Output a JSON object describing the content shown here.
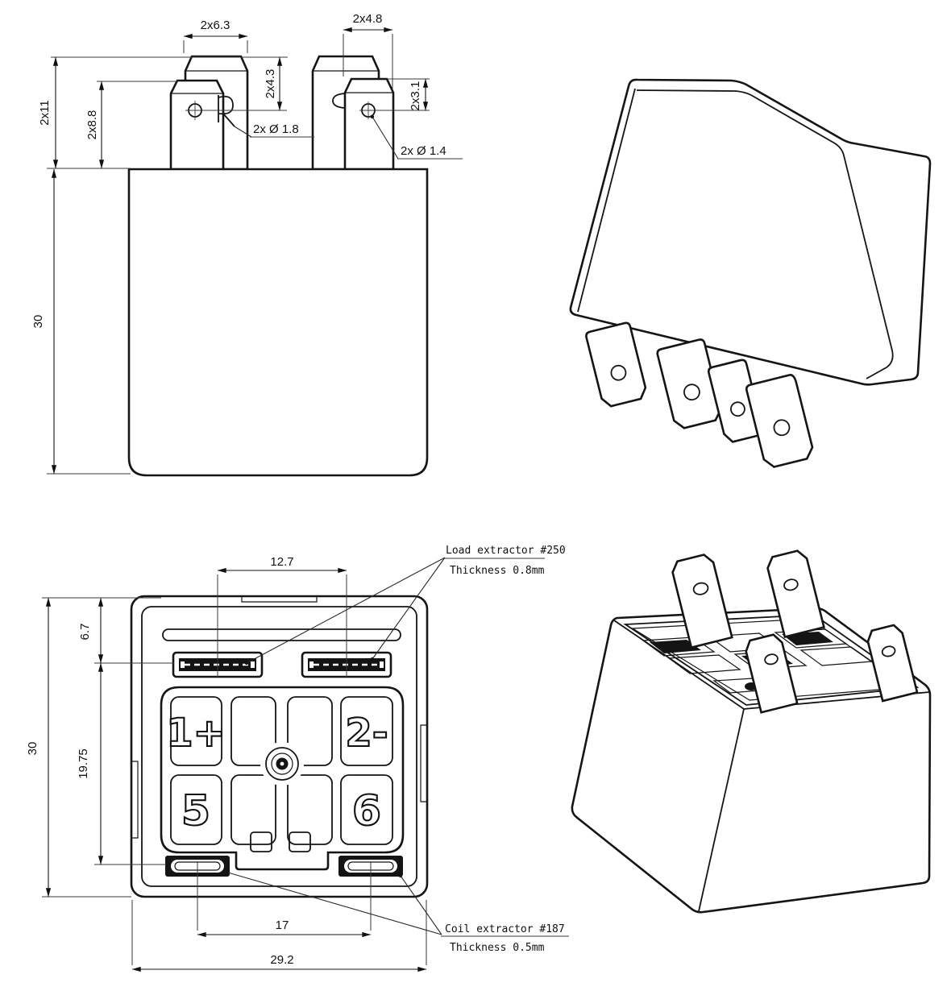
{
  "colors": {
    "line": "#1a1a1a",
    "background": "#ffffff"
  },
  "front_view": {
    "dim_load_tab_width": "2x6.3",
    "dim_coil_tab_width": "2x4.8",
    "dim_load_tip_height": "2x4.3",
    "dim_coil_tip_height": "2x3.1",
    "dim_terminal_height": "2x11",
    "dim_hole_height": "2x8.8",
    "dim_body_height": "30",
    "dim_load_hole_dia": "2x Ø 1.8",
    "dim_coil_hole_dia": "2x Ø 1.4"
  },
  "bottom_view": {
    "dim_load_slot_pitch": "12.7",
    "dim_top_offset": "6.7",
    "dim_row_pitch": "19.75",
    "dim_body_height": "30",
    "dim_coil_slot_pitch": "17",
    "dim_body_width": "29.2",
    "pins": {
      "p1": "1+",
      "p2": "2-",
      "p5": "5",
      "p6": "6"
    },
    "load_note_line1": "Load extractor #250",
    "load_note_line2": "Thickness 0.8mm",
    "coil_note_line1": "Coil extractor #187",
    "coil_note_line2": "Thickness 0.5mm"
  }
}
